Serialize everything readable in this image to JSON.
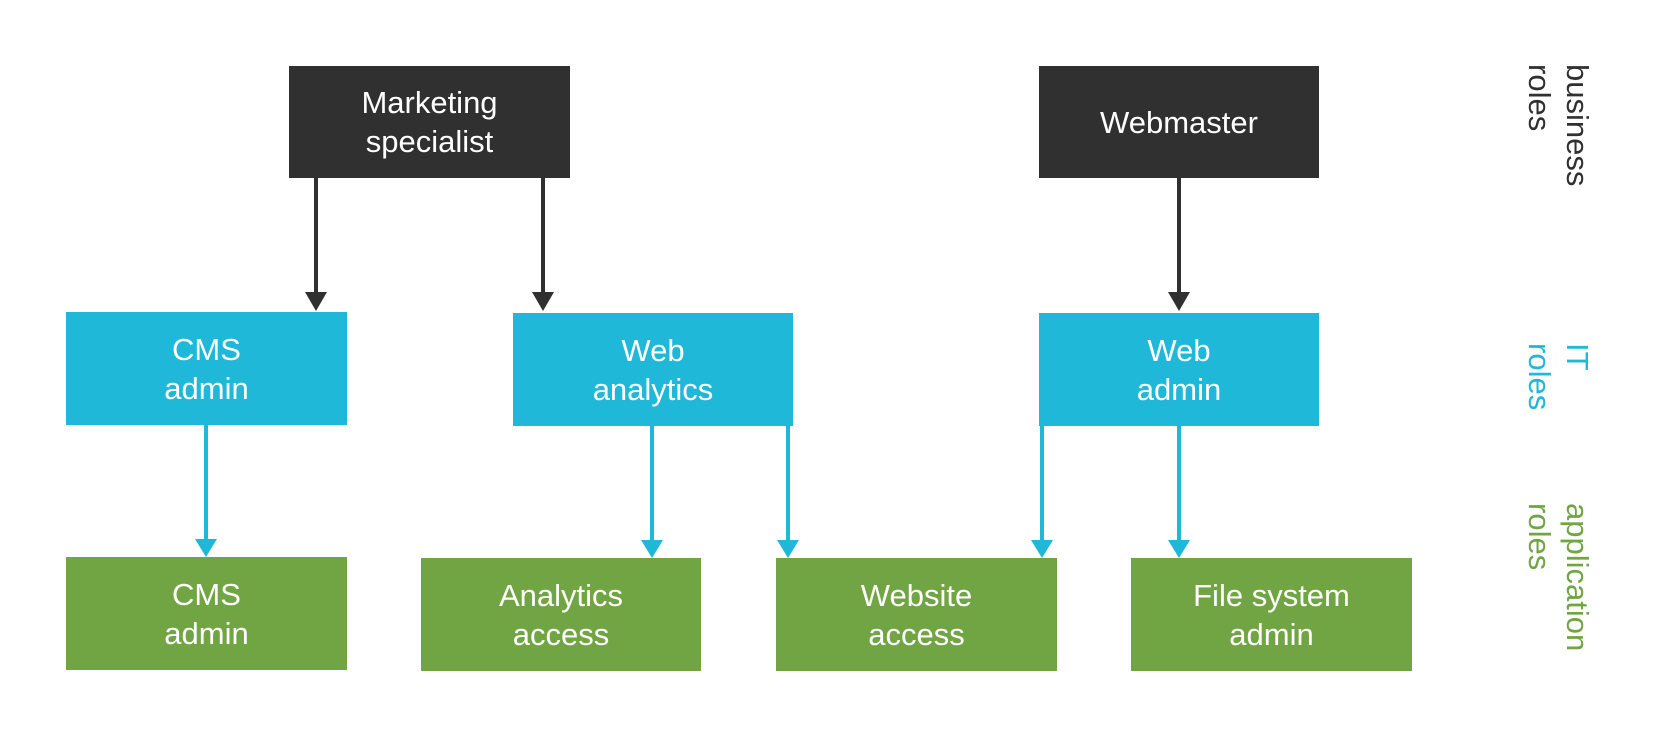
{
  "business_roles": {
    "marketing_specialist": [
      "Marketing",
      "specialist"
    ],
    "webmaster": [
      "Webmaster"
    ]
  },
  "it_roles": {
    "cms_admin": [
      "CMS",
      "admin"
    ],
    "web_analytics": [
      "Web",
      "analytics"
    ],
    "web_admin": [
      "Web",
      "admin"
    ]
  },
  "application_roles": {
    "cms_admin": [
      "CMS",
      "admin"
    ],
    "analytics_access": [
      "Analytics",
      "access"
    ],
    "website_access": [
      "Website",
      "access"
    ],
    "file_system_admin": [
      "File system",
      "admin"
    ]
  },
  "side_labels": {
    "business": [
      "business",
      "roles"
    ],
    "it": [
      "IT",
      "roles"
    ],
    "application": [
      "application",
      "roles"
    ]
  },
  "colors": {
    "business": "#303030",
    "it": "#1fb8d8",
    "application": "#71a443"
  }
}
